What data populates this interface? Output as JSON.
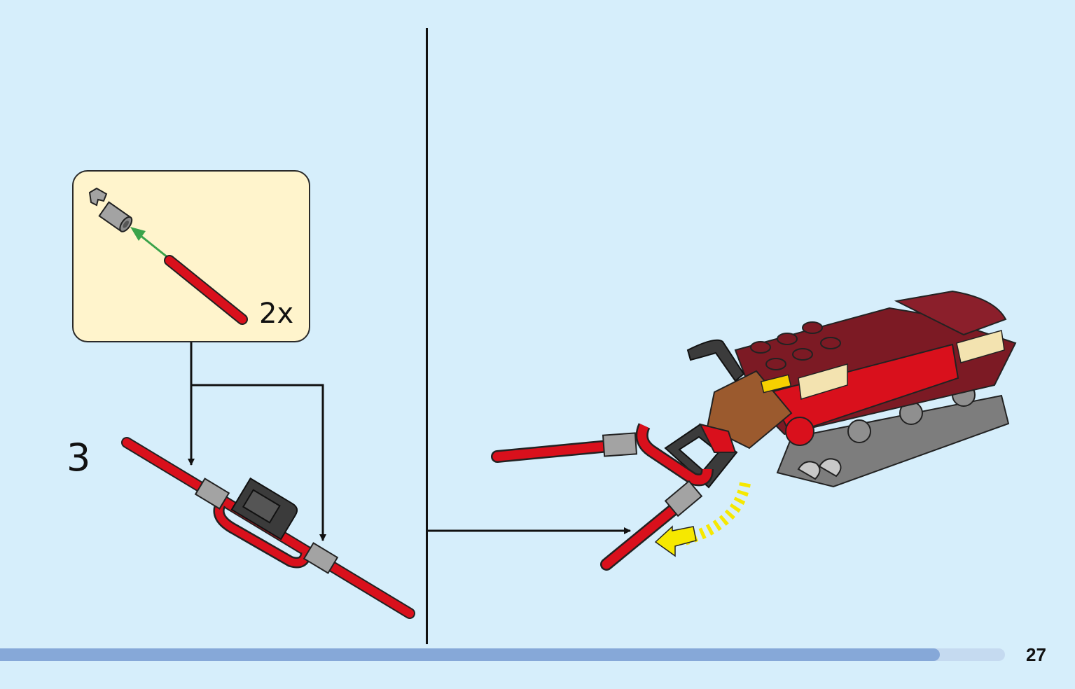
{
  "colors": {
    "background": "#d6eefb",
    "callout_fill": "#fff4cc",
    "progress_bar": "#86a8d8",
    "part_red": "#d9101c",
    "part_gray": "#a3a3a3",
    "part_dark_red": "#7c1a24",
    "part_brown": "#9b5a2e",
    "rotation_arrow": "#f6e800",
    "insert_arrow": "#3aa34a"
  },
  "callout": {
    "quantity": "2x"
  },
  "step": {
    "number": "3"
  },
  "footer": {
    "page_number": "27",
    "progress": 0.935
  },
  "icons": [
    "clip-part-icon",
    "red-bar-part-icon",
    "insert-arrow-icon",
    "rotation-arrow-icon",
    "sled-model-icon"
  ]
}
